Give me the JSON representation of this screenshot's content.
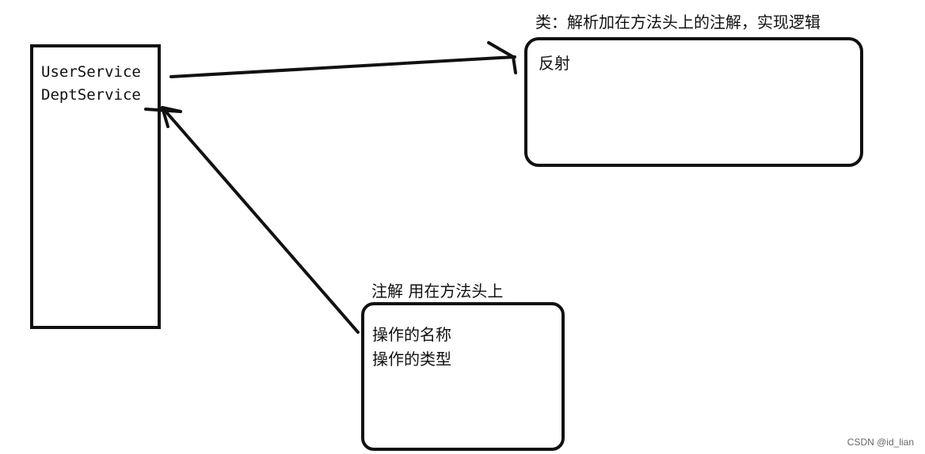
{
  "services_box": {
    "user_service": "UserService",
    "dept_service": "DeptService"
  },
  "reflect_box": {
    "title": "类：解析加在方法头上的注解，实现逻辑",
    "content": "反射"
  },
  "annotation_box": {
    "title": "注解  用在方法头上",
    "line1": "操作的名称",
    "line2": "操作的类型"
  },
  "watermark": "CSDN @id_lian",
  "colors": {
    "stroke": "#111111",
    "background": "#ffffff",
    "watermark": "#666666"
  }
}
